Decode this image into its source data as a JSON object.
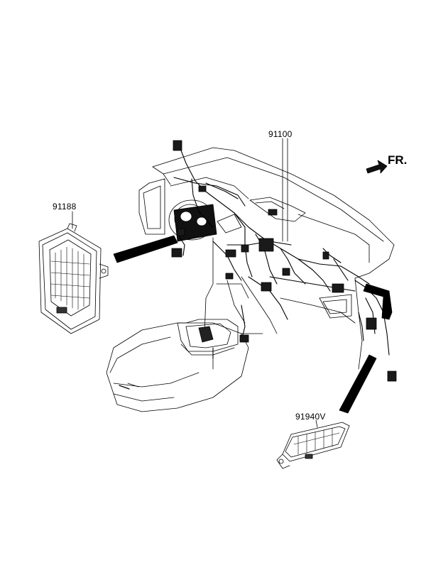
{
  "direction": {
    "text": "FR."
  },
  "parts": [
    {
      "id": "91100",
      "label": "91100"
    },
    {
      "id": "91188",
      "label": "91188"
    },
    {
      "id": "91940V",
      "label": "91940V"
    }
  ],
  "colors": {
    "line": "#000000",
    "background": "#ffffff"
  }
}
